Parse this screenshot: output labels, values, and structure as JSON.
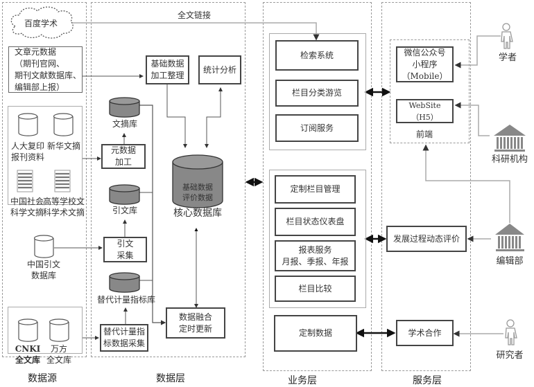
{
  "layers": {
    "source": "数据源",
    "data": "数据层",
    "business": "业务层",
    "service": "服务层"
  },
  "source": {
    "baidu": "百度学术",
    "article_meta": "文章元数据\n（期刊官网、\n期刊文献数据库、\n编辑部上报）",
    "rdfy": "人大复印\n报刊资料",
    "xinhua": "新华文摘",
    "cssa": "中国社会\n科学文摘",
    "hxxs": "高等学校文\n科学术文摘",
    "cci": "中国引文\n数据库",
    "cnki": "CNKI\n全文库",
    "wanfang": "万方\n全文库"
  },
  "data_layer": {
    "full_text_link": "全文链接",
    "basic_processing": "基础数据\n加工整理",
    "stats": "统计分析",
    "abstract_db": "文摘库",
    "meta_processing": "元数据\n加工",
    "citation_db": "引文库",
    "citation_collect": "引文\n采集",
    "altmetric_db": "替代计量指标库",
    "altmetric_collect": "替代计量指\n标数据采集",
    "core_db_inner": "基础数据\n评价数据",
    "core_db": "核心数据库",
    "fusion": "数据融合\n定时更新"
  },
  "business": {
    "group1": [
      "检索系统",
      "栏目分类游览",
      "订阅服务"
    ],
    "group2": [
      "定制栏目管理",
      "栏目状态仪表盘",
      "报表服务\n月报、季报、年报",
      "栏目比较"
    ],
    "custom_data": "定制数据"
  },
  "service": {
    "wechat": "微信公众号\n小程序\n（Mobile）",
    "website": "WebSite（H5）",
    "frontend": "前端",
    "dynamic_eval": "发展过程动态评价",
    "cooperation": "学术合作"
  },
  "actors": {
    "scholar": "学者",
    "institute": "科研机构",
    "editorial": "编辑部",
    "researcher": "研究者"
  }
}
